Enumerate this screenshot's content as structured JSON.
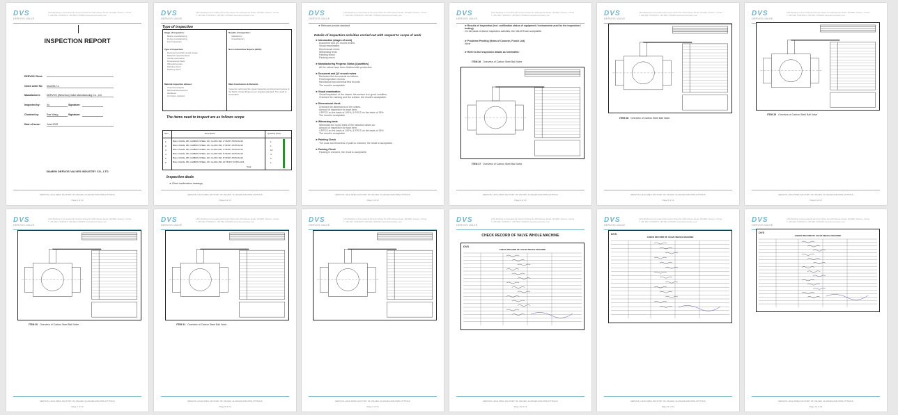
{
  "header": {
    "logo": "DVS",
    "logo_sub": "DERVOS VALVE",
    "address": "13th Building A International Finance Plaza No.168 Qianpu Road, 361008, Xiamen, China",
    "contact": "T +86-592-7105193   F +86-592-7105220   www.dervosvalve.com"
  },
  "footer": {
    "company": "DERVOS, HIGH SPEC FACTORY OF VALVES, FLANGES AND PIPE FITTINGS",
    "pages": [
      "Page 1 of 13",
      "Page 2 of 13",
      "Page 3 of 13",
      "Page 4 of 13",
      "Page 5 of 13",
      "Page 6 of 13",
      "Page 7 of 13",
      "Page 8 of 13",
      "Page 9 of 13",
      "Page 10 of 13",
      "Page 11 of 13",
      "Page 12 of 13"
    ]
  },
  "cover": {
    "title": "INSPECTION REPORT",
    "fields": [
      {
        "label": "DERVOS Client:",
        "value": ""
      },
      {
        "label": "Client order No:",
        "value": "DC22517-1"
      },
      {
        "label": "Manufacturer:",
        "value": "DERVOS (Wenzhou) Valve Manufacturing Co., Ltd"
      },
      {
        "label": "Inspected by:",
        "value": "Xu"
      },
      {
        "label": "Checked by:",
        "value": "Rae Wang"
      },
      {
        "label": "Date of issue:",
        "value": "June 2022"
      }
    ],
    "signature_label": "Signature:",
    "company": "XIAMEN DERVOS VALVES INDUSTRY CO., LTD"
  },
  "p2": {
    "type_title": "Type of inspection",
    "stage_title": "Stage of inspection :",
    "stage_items": [
      "Before manufacturing",
      "During manufacturing",
      "Final inspection"
    ],
    "result_title": "Results of inspection :",
    "result_items": [
      "Satisfactory",
      "Unsatisfactory"
    ],
    "type_sub": "Type of inspection:",
    "type_items": [
      "Document and QC record review",
      "Material inspection/tests",
      "Visual examination",
      "Dimensional check",
      "Witnessing tests",
      "Painting check",
      "Packing check"
    ],
    "ncr_title": "Non Conformities Reports (NCR):",
    "material_title": "Material inspection witness:",
    "material_items": [
      "Chemical analysis",
      "Mechanical properties",
      "Hardness",
      "Corrosion resistant"
    ],
    "main_title": "Main Conclusions & Remarks:",
    "main_text": "Inspector performed the visual inspection and document review of the batch of pipe fittings as per required standard. The result is acceptable.",
    "items_title": "The items need to inspect are as follows scope",
    "table_headers": [
      "Item",
      "Description",
      "Quantity (Pcs)"
    ],
    "table_rows": [
      {
        "item": "1",
        "desc": "BALL VALVE, FB, CARBON STEEL, RF, CLASS 150, 2\" BODY ASTM A216",
        "qty": "1"
      },
      {
        "item": "2",
        "desc": "BALL VALVE, FB, CARBON STEEL, RF, CLASS 150, 3\" BODY ASTM A216",
        "qty": "1"
      },
      {
        "item": "3",
        "desc": "BALL VALVE, FB, CARBON STEEL, RF, CLASS 300, 4\" BODY ASTM A216",
        "qty": "10"
      },
      {
        "item": "4",
        "desc": "BALL VALVE, FB, CARBON STEEL, RF, CLASS 300, 6\" BODY ASTM A216",
        "qty": "4"
      },
      {
        "item": "5",
        "desc": "BALL VALVE, FB, CARBON STEEL, RF, CLASS 150, 8\" BODY ASTM A216",
        "qty": "2"
      },
      {
        "item": "6",
        "desc": "BALL VALVE, FB, CARBON STEEL, RF, CLASS 150, 10\" BODY ASTM A216",
        "qty": "1"
      }
    ],
    "table_total": "Total",
    "deals_title": "Inspection deals",
    "deals_item": "Client confirmation drawings"
  },
  "p3": {
    "first_bullet": "Relevant product standard",
    "title": "Details of inspection activities carried out with respect to scope of work",
    "sections": [
      {
        "title": "Introduction (stages of work)",
        "lines": [
          "Document and QC record review",
          "Visual examination",
          "Dimensional check",
          "Witnessing tests",
          "Painting check",
          "Packing check"
        ]
      },
      {
        "title": "Manufacturing Progress Status (Quantities)",
        "lines": [
          "All the valves have been finished with production."
        ]
      },
      {
        "title": "Document and QC record review",
        "lines": [
          "Reviewed the documents as follows:",
          "Final inspection records",
          "Mechanical and chemical test records",
          "The result is acceptable."
        ]
      },
      {
        "title": "Visual examination",
        "lines": [
          "Visual inspection of the valves: the surface is in good condition.",
          "Checked the marking and the surface, the result is acceptable."
        ]
      },
      {
        "title": "Dimensional check",
        "lines": [
          "Checked the dimensions of the valves.",
          "Amount of inspection for each item:",
          "4 RPCS on the basis of 100%,   5 RPCS on the basis of 25%",
          "The result is acceptable."
        ]
      },
      {
        "title": "Witnessing tests",
        "lines": [
          "Witnessed the hydro tests of the selected valves as:",
          "Amount of inspection for each item:",
          "4 RPCS on the basis of 100%,   5 RPCS on the basis of 25%",
          "The result is acceptable."
        ]
      },
      {
        "title": "Painting Check",
        "lines": [
          "The color and thickness of paint is checked, the result is acceptable."
        ]
      },
      {
        "title": "Packing Check",
        "lines": [
          "Packing is checked, the result is acceptable."
        ]
      }
    ]
  },
  "p4": {
    "bullets": [
      {
        "title": "Results of inspection (incl. notification status of equipment / instruments used for the inspection / testing)",
        "text": "On the basis of above inspection activities, the VALVES are acceptable."
      },
      {
        "title": "Problems Pending (Items of Concern, Punch List)",
        "text": "None"
      },
      {
        "title": "Refer to the inspection details as hereinafter.",
        "text": ""
      }
    ],
    "caption1_item": "ITEM 26",
    "caption1": "Overview of Carbon Steel Ball Valve",
    "caption2_item": "ITEM 27",
    "caption2": "Overview of Carbon Steel Ball Valve"
  },
  "drawing_captions": [
    {
      "item": "ITEM 28",
      "text": "Overview of Carbon Steel Ball Valve"
    },
    {
      "item": "ITEM 29",
      "text": "Overview of Carbon Steel Ball Valve"
    },
    {
      "item": "ITEM 30",
      "text": "Overview of Carbon Steel Ball Valve"
    },
    {
      "item": "ITEM 31",
      "text": "Overview of Carbon Steel Ball Valve"
    }
  ],
  "check": {
    "title": "CHECK RECORD OF VALVE WHOLE MACHINE",
    "form_title": "CHECK RECORD OF VALVE WHOLE MACHINE",
    "brand": "DVS"
  }
}
